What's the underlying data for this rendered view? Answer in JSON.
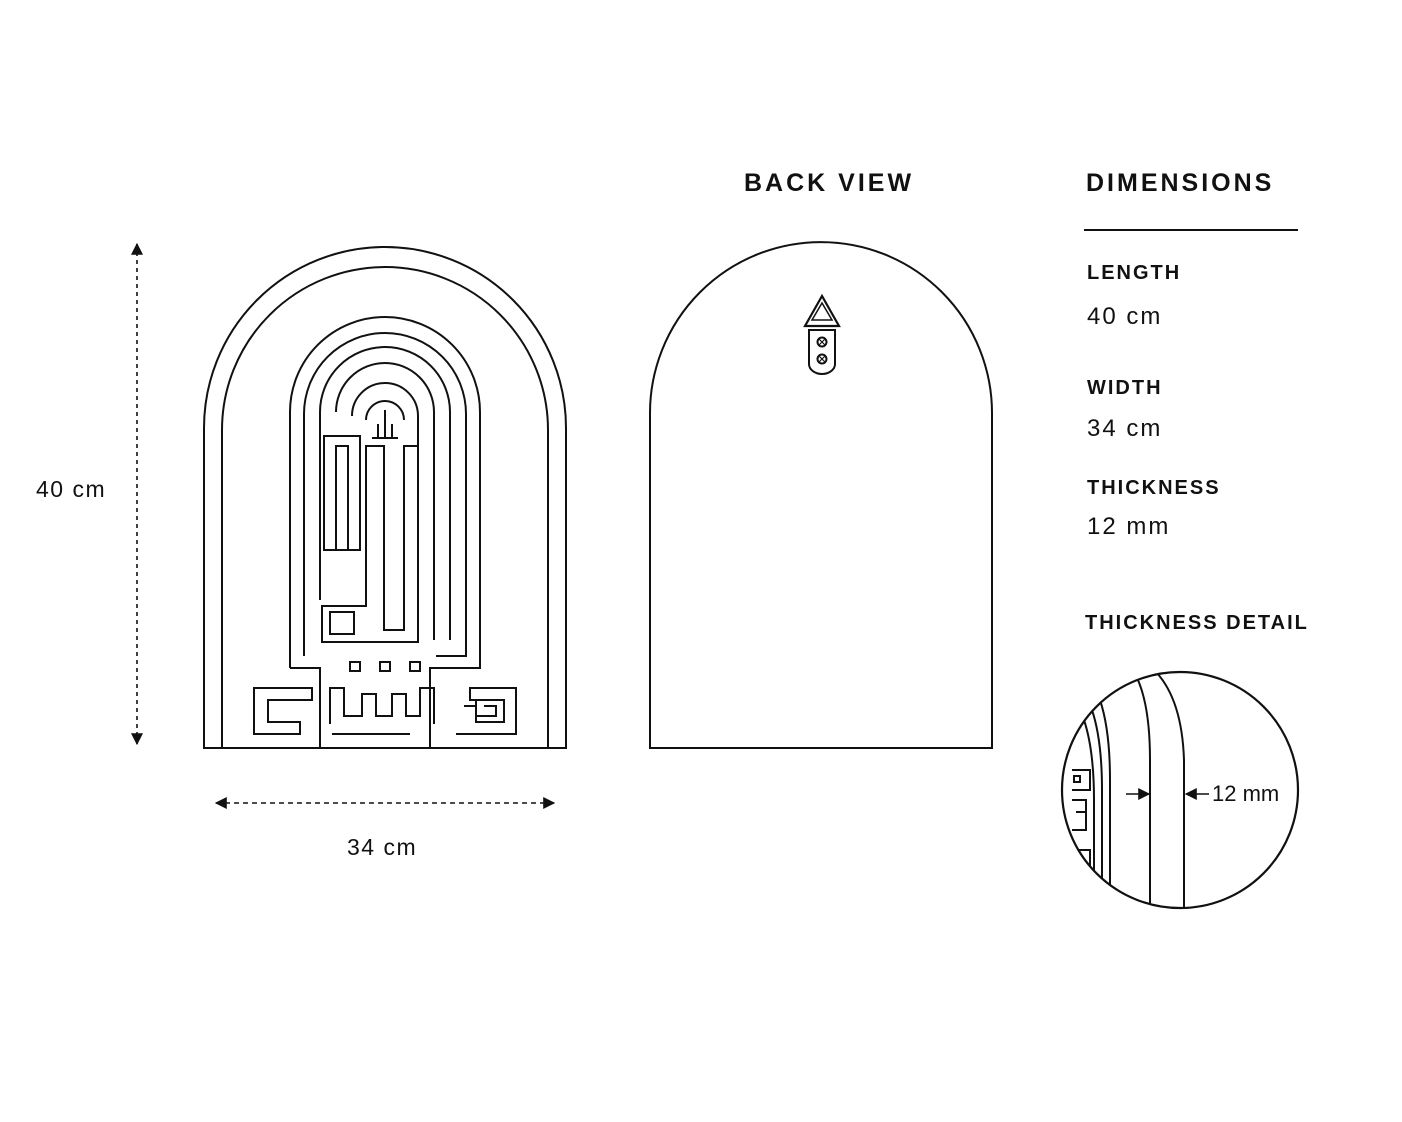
{
  "front": {
    "height_label": "40 cm",
    "width_label": "34 cm"
  },
  "back_view": {
    "title": "BACK VIEW"
  },
  "dimensions": {
    "title": "DIMENSIONS",
    "items": [
      {
        "label": "LENGTH",
        "value": "40 cm"
      },
      {
        "label": "WIDTH",
        "value": "34 cm"
      },
      {
        "label": "THICKNESS",
        "value": "12 mm"
      }
    ]
  },
  "thickness_detail": {
    "title": "THICKNESS DETAIL",
    "callout": "12 mm"
  }
}
